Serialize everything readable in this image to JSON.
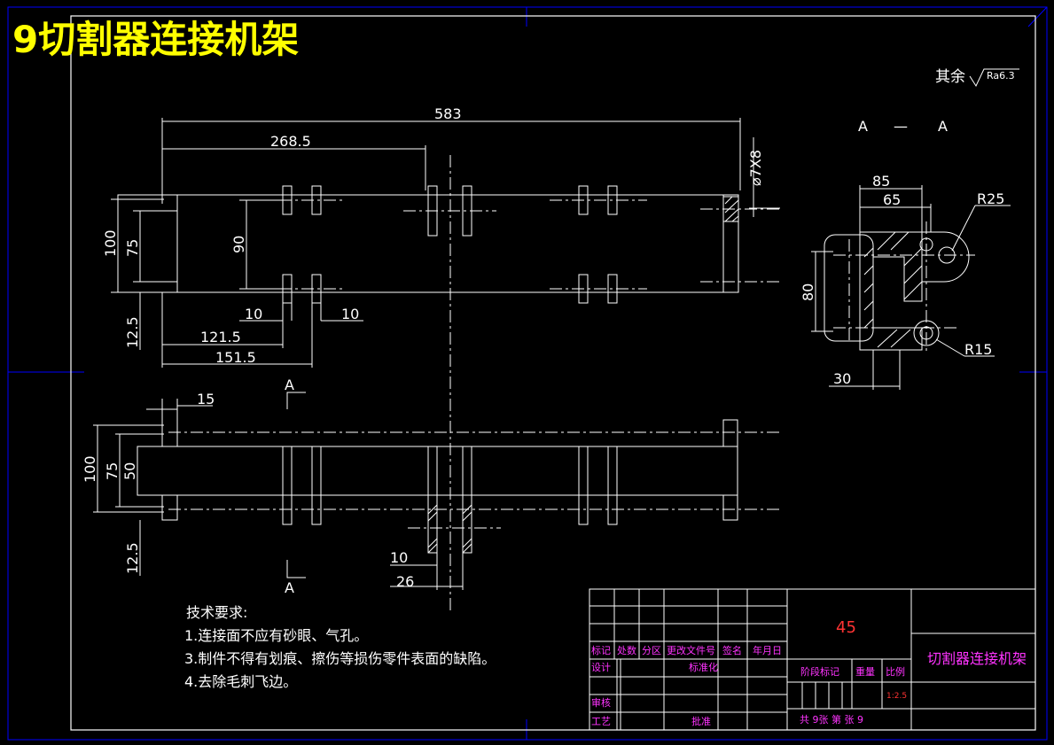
{
  "title": "9切割器连接机架",
  "surface_note": {
    "label": "其余",
    "roughness": "Ra6.3"
  },
  "section_label": {
    "left": "A",
    "dash": "—",
    "right": "A"
  },
  "view_markers": {
    "top": "A",
    "bottom": "A"
  },
  "dimensions": {
    "d583": "583",
    "d268_5": "268.5",
    "d7x8": "⌀7X8",
    "d100a": "100",
    "d75a": "75",
    "d90": "90",
    "d12_5a": "12.5",
    "d10a": "10",
    "d10b": "10",
    "d121_5": "121.5",
    "d151_5": "151.5",
    "d15": "15",
    "d100b": "100",
    "d75b": "75",
    "d50": "50",
    "d12_5b": "12.5",
    "d10c": "10",
    "d26": "26",
    "d85": "85",
    "d65": "65",
    "dR25": "R25",
    "d80": "80",
    "dR15": "R15",
    "d30": "30"
  },
  "tech_requirements": {
    "heading": "技术要求:",
    "items": [
      "1.连接面不应有砂眼、气孔。",
      "3.制件不得有划痕、擦伤等损伤零件表面的缺陷。",
      "4.去除毛刺飞边。"
    ]
  },
  "title_block": {
    "material": "45",
    "part_name": "切割器连接机架",
    "headers": [
      "标记",
      "处数",
      "分区",
      "更改文件号",
      "签名",
      "年月日"
    ],
    "design": "设计",
    "standardization": "标准化",
    "stage_mark": "阶段标记",
    "weight": "重量",
    "scale": "比例",
    "scale_value": "1:2.5",
    "review": "审核",
    "process": "工艺",
    "approve": "批准",
    "sheets": "共 9张 第 张 9"
  },
  "colors": {
    "background": "#000000",
    "lines": "#ffffff",
    "title": "#ffff00",
    "frame": "#0000ff",
    "title_block_text": "#ff33ff",
    "material": "#ff3333"
  }
}
